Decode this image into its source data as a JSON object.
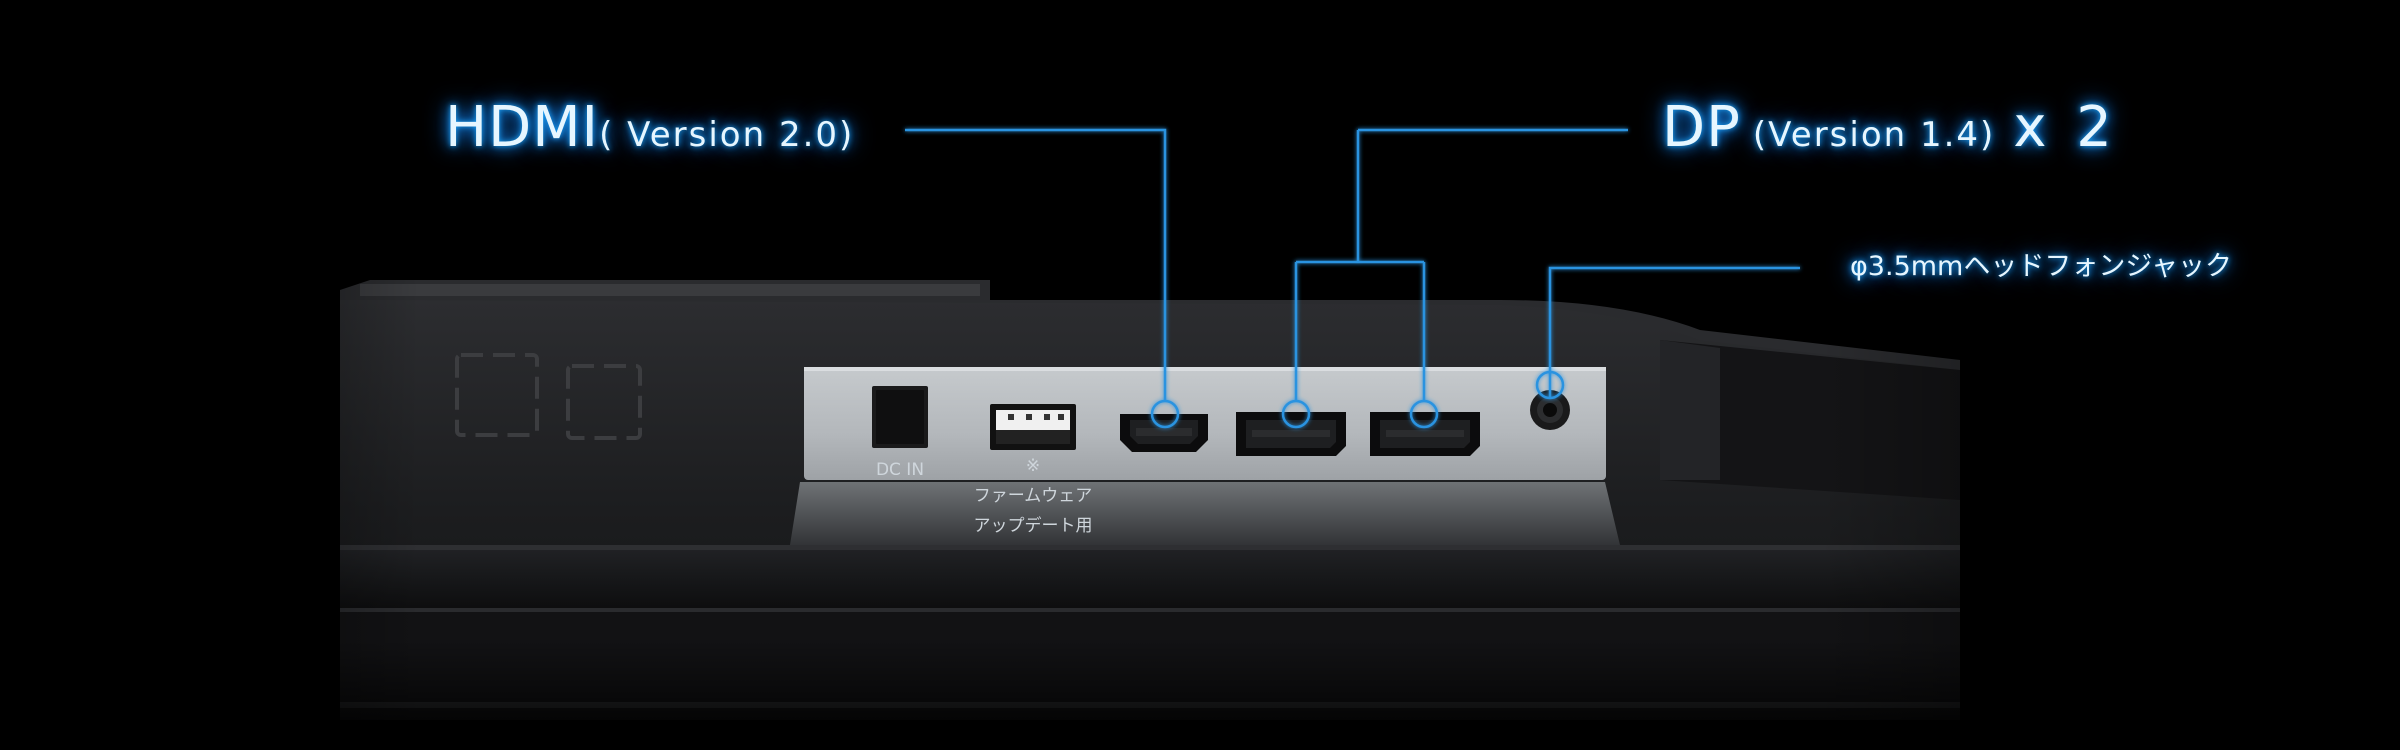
{
  "callouts": {
    "hdmi": {
      "name": "HDMI",
      "version": "( Version 2.0)"
    },
    "dp": {
      "name": "DP",
      "version": "(Version 1.4)",
      "count": "x 2"
    },
    "headphone": {
      "label": "φ3.5mmヘッドフォンジャック"
    }
  },
  "port_labels": {
    "dc_in": "DC IN",
    "usb_mark": "※",
    "usb_line1": "ファームウェア",
    "usb_line2": "アップデート用"
  },
  "colors": {
    "callout_line": "#2a93e0",
    "glow": "#1aa6ff",
    "panel": "#b9bec3",
    "body": "#1b1c1e"
  }
}
